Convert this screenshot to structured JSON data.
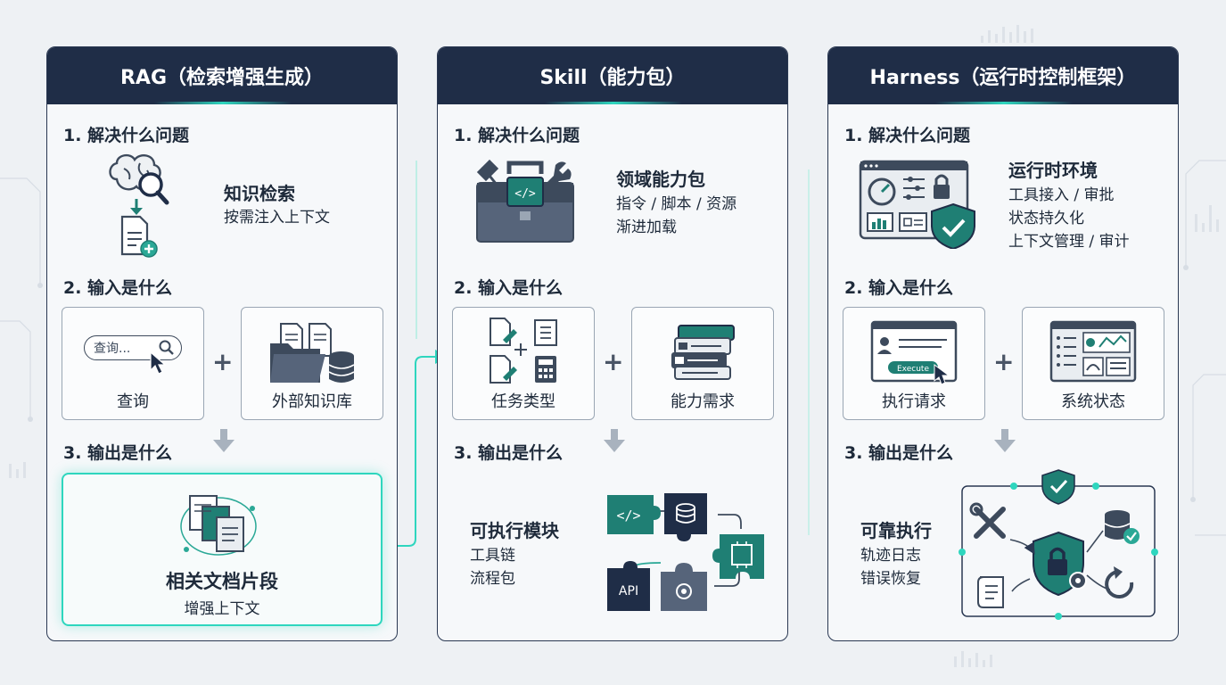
{
  "colors": {
    "navy": "#1f2d47",
    "teal": "#2ed6be",
    "teal_dark": "#1f7f74",
    "slate": "#3d4a5c",
    "panel_bg": "#f6f8fa"
  },
  "panels": [
    {
      "title": "RAG（检索增强生成）",
      "s1_title": "1. 解决什么问题",
      "s1_main": "知识检索",
      "s1_lines": [
        "按需注入上下文"
      ],
      "s2_title": "2. 输入是什么",
      "input_left_label": "查询",
      "search_placeholder": "查询...",
      "input_right_label": "外部知识库",
      "plus": "+",
      "s3_title": "3. 输出是什么",
      "out_main": "相关文档片段",
      "out_lines": [
        "增强上下文"
      ],
      "icons": [
        "brain-search-icon",
        "document-add-icon",
        "search-bar-icon",
        "folder-documents-database-icon",
        "documents-orbit-icon"
      ]
    },
    {
      "title": "Skill（能力包）",
      "s1_title": "1. 解决什么问题",
      "s1_main": "领域能力包",
      "s1_lines": [
        "指令 / 脚本 / 资源",
        "渐进加载"
      ],
      "s2_title": "2. 输入是什么",
      "input_left_label": "任务类型",
      "input_right_label": "能力需求",
      "plus": "+",
      "s3_title": "3. 输出是什么",
      "out_main": "可执行模块",
      "out_lines": [
        "工具链",
        "流程包"
      ],
      "puzzle_api": "API",
      "icons": [
        "toolbox-icon",
        "task-docs-icon",
        "capability-cards-icon",
        "puzzle-modules-icon"
      ]
    },
    {
      "title": "Harness（运行时控制框架）",
      "s1_title": "1. 解决什么问题",
      "s1_main": "运行时环境",
      "s1_lines": [
        "工具接入 / 审批",
        "状态持久化",
        "上下文管理 / 审计"
      ],
      "s2_title": "2. 输入是什么",
      "input_left_label": "执行请求",
      "execute_label": "Execute",
      "input_right_label": "系统状态",
      "plus": "+",
      "s3_title": "3. 输出是什么",
      "out_main": "可靠执行",
      "out_lines": [
        "轨迹日志",
        "错误恢复"
      ],
      "icons": [
        "dashboard-shield-icon",
        "execute-window-icon",
        "system-status-icon",
        "reliable-execution-icon"
      ]
    }
  ]
}
